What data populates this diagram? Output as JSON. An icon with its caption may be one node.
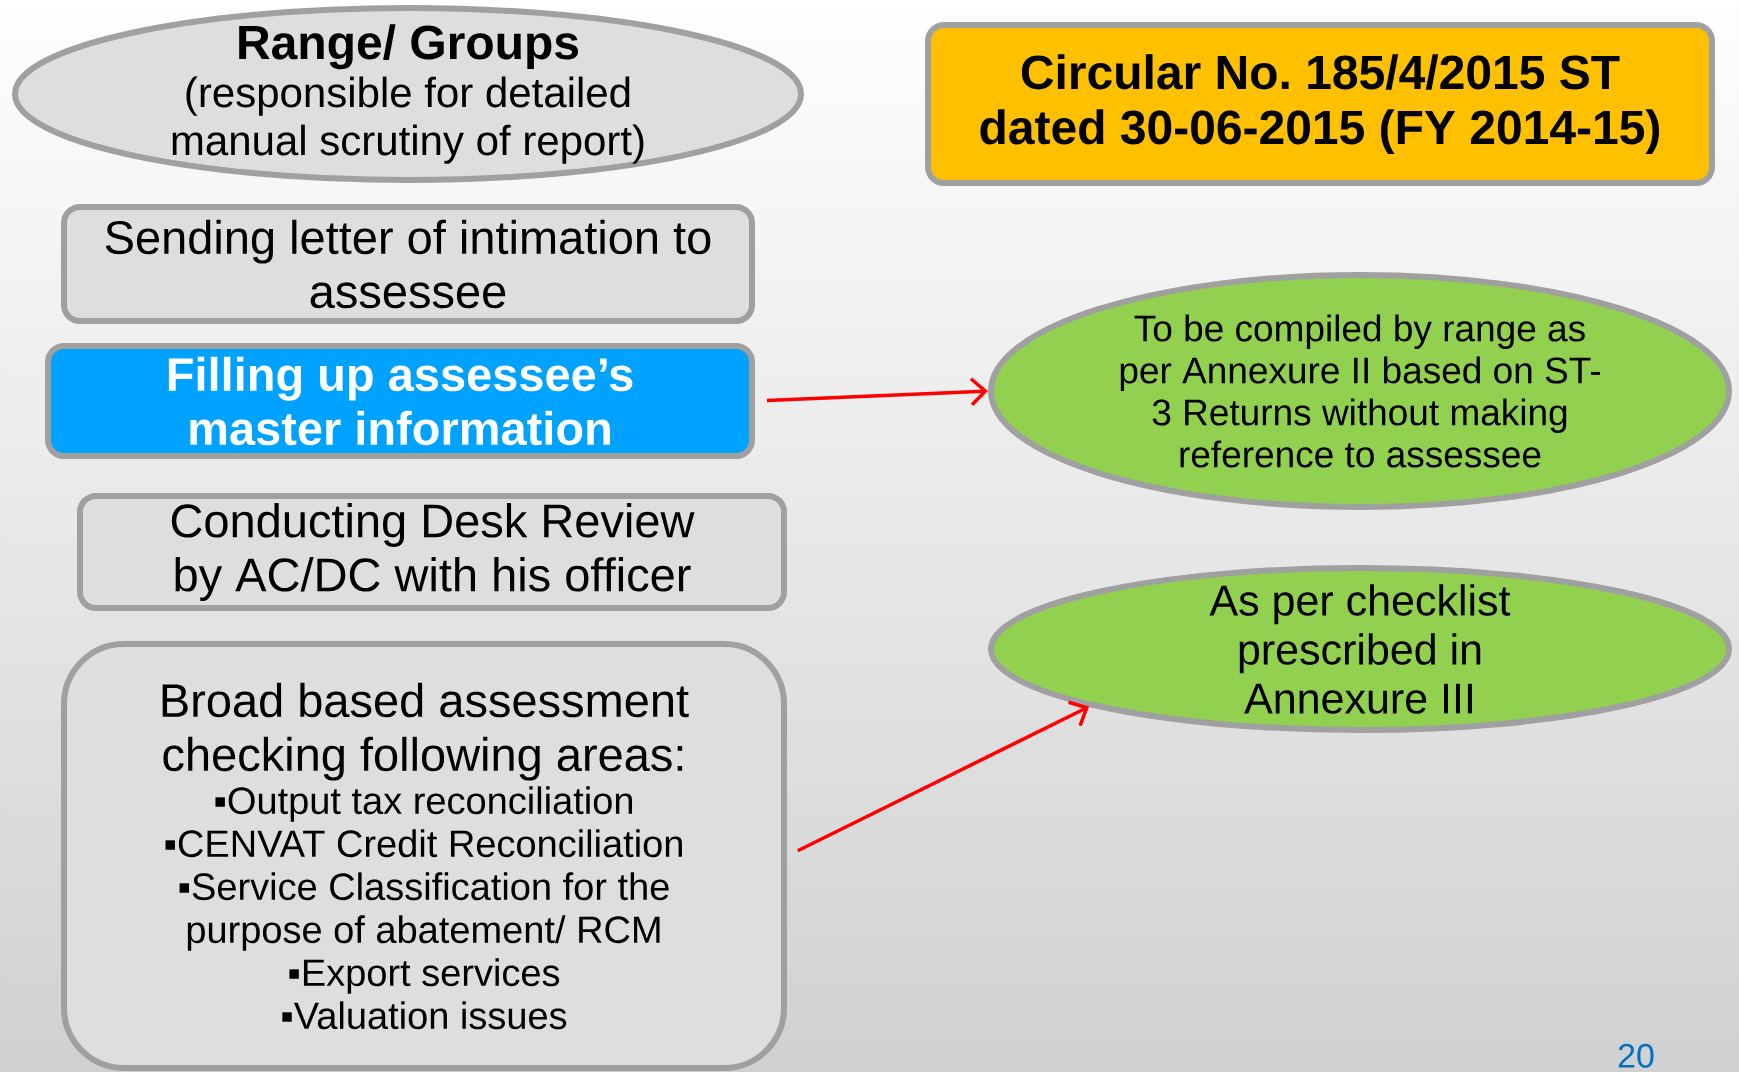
{
  "diagram": {
    "nodes": [
      {
        "text": [
          "Range/ Groups",
          "(responsible for detailed manual scrutiny of report)"
        ]
      },
      {
        "text": [
          "Sending letter of intimation to assessee"
        ]
      },
      {
        "text": [
          "Filling up assessee’s master information"
        ]
      },
      {
        "text": [
          "Conducting Desk Review by AC/DC with his officer"
        ]
      },
      {
        "text": [
          "Broad based assessment checking following areas:",
          "▪Output tax reconciliation",
          "▪CENVAT Credit Reconciliation",
          "▪Service Classification for the purpose of abatement/ RCM",
          "▪Export services",
          "▪Valuation issues"
        ]
      },
      {
        "text": [
          "Circular No. 185/4/2015 ST dated 30-06-2015 (FY 2014-15)"
        ]
      },
      {
        "text": [
          "To be compiled by range as per Annexure II based on ST-3 Returns without making reference to assessee"
        ]
      },
      {
        "text": [
          "As per checklist prescribed in Annexure III"
        ]
      }
    ],
    "edges": [
      {
        "from": 2,
        "to": 6,
        "arrow": "to"
      },
      {
        "from": 4,
        "to": 7,
        "arrow": "to"
      }
    ],
    "labels": [
      "20"
    ]
  }
}
